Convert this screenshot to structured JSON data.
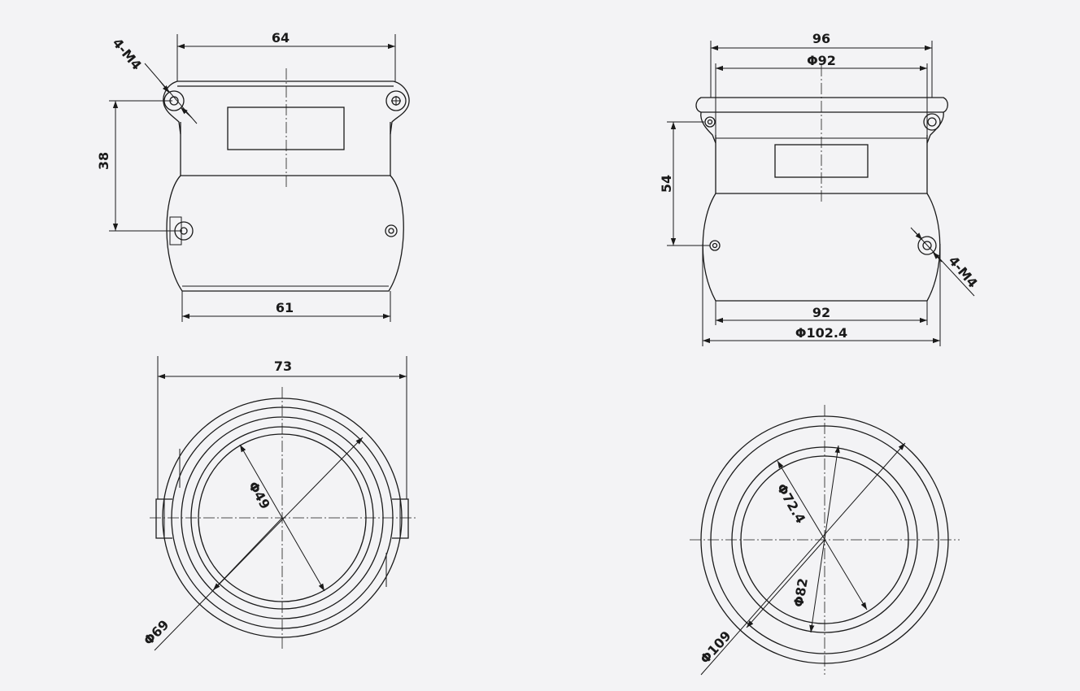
{
  "views": {
    "front_small": {
      "dim_top": "64",
      "dim_bottom": "61",
      "dim_left": "38",
      "thread": "4-M4"
    },
    "front_large": {
      "dim_top": "96",
      "dim_top_dia": "Φ92",
      "dim_bottom": "92",
      "dim_bottom_dia": "Φ102.4",
      "dim_left": "54",
      "thread": "4-M4"
    },
    "plan_small": {
      "dim_top": "73",
      "dia_inner": "Φ49",
      "dia_outer": "Φ69"
    },
    "plan_large": {
      "dia_inner": "Φ72.4",
      "dia_mid": "Φ82",
      "dia_outer": "Φ109"
    }
  }
}
